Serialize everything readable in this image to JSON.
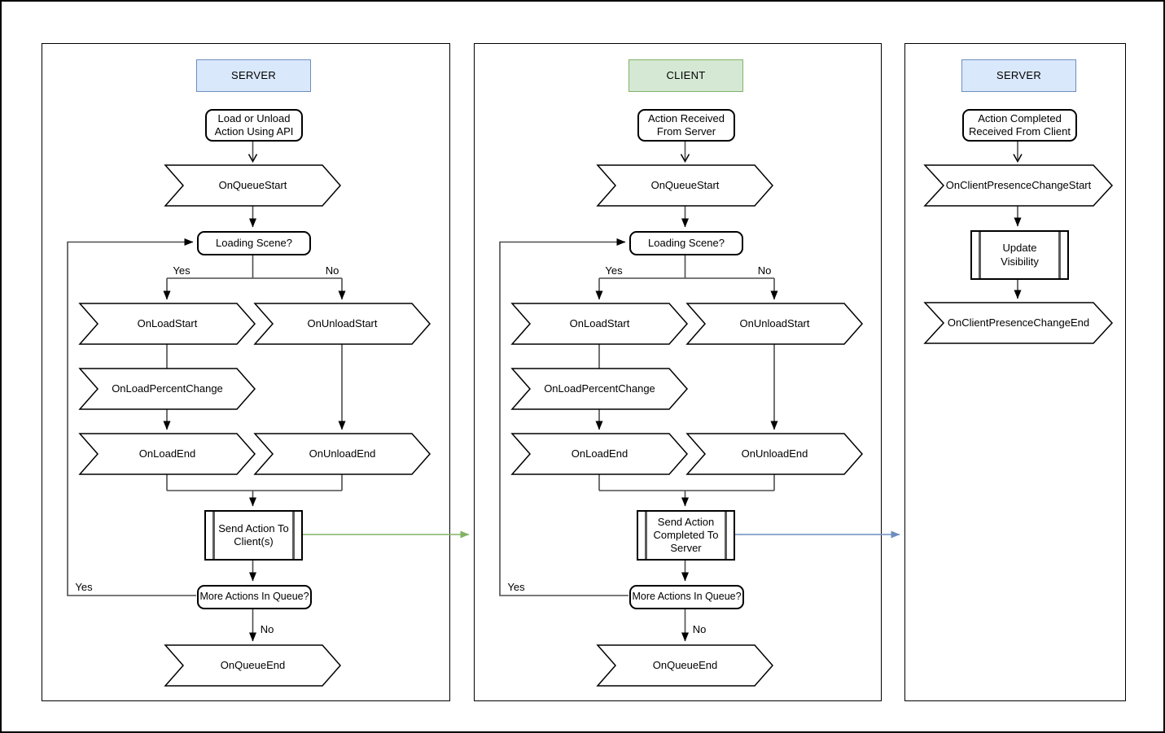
{
  "panels": [
    {
      "header": {
        "label": "SERVER",
        "fill": "#dae8fc",
        "border": "#6c8ebf"
      },
      "start_label": "Load or Unload Action Using API",
      "queue_start": "OnQueueStart",
      "decision1": "Loading Scene?",
      "branch_yes": "Yes",
      "branch_no": "No",
      "load_start": "OnLoadStart",
      "unload_start": "OnUnloadStart",
      "load_percent": "OnLoadPercentChange",
      "load_end": "OnLoadEnd",
      "unload_end": "OnUnloadEnd",
      "process": "Send Action To Client(s)",
      "decision2": "More Actions In Queue?",
      "loop_yes": "Yes",
      "exit_no": "No",
      "queue_end": "OnQueueEnd"
    },
    {
      "header": {
        "label": "CLIENT",
        "fill": "#d5e8d4",
        "border": "#82b366"
      },
      "start_label": "Action Received From Server",
      "queue_start": "OnQueueStart",
      "decision1": "Loading Scene?",
      "branch_yes": "Yes",
      "branch_no": "No",
      "load_start": "OnLoadStart",
      "unload_start": "OnUnloadStart",
      "load_percent": "OnLoadPercentChange",
      "load_end": "OnLoadEnd",
      "unload_end": "OnUnloadEnd",
      "process": "Send Action Completed To Server",
      "decision2": "More Actions In Queue?",
      "loop_yes": "Yes",
      "exit_no": "No",
      "queue_end": "OnQueueEnd"
    },
    {
      "header": {
        "label": "SERVER",
        "fill": "#dae8fc",
        "border": "#6c8ebf"
      },
      "start_label": "Action Completed Received From Client",
      "presence_start": "OnClientPresenceChangeStart",
      "process": "Update Visibility",
      "presence_end": "OnClientPresenceChangeEnd"
    }
  ],
  "cross_arrows": {
    "server_to_client_color": "#82b366",
    "client_to_server_color": "#6c8ebf"
  }
}
